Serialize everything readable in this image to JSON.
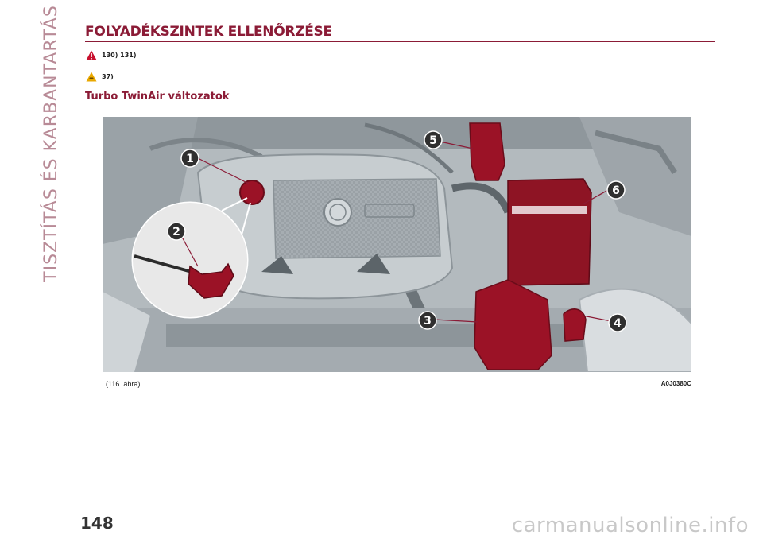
{
  "section_tab": "TISZTÍTÁS ÉS KARBANTARTÁS",
  "heading": "FOLYADÉKSZINTEK ELLENŐRZÉSE",
  "warnings": [
    {
      "icon": "danger-triangle-icon",
      "color": "#c8102e",
      "refs": "130) 131)"
    },
    {
      "icon": "caution-triangle-icon",
      "color": "#e9a800",
      "refs": "37)"
    }
  ],
  "subheading": "Turbo TwinAir változatok",
  "figure": {
    "callouts": [
      "1",
      "2",
      "3",
      "4",
      "5",
      "6"
    ],
    "caption": "(116. ábra)",
    "code": "A0J0380C"
  },
  "page_number": "148",
  "watermark": "carmanualsonline.info",
  "colors": {
    "accent": "#8b1b36",
    "highlight": "#9b1226"
  }
}
